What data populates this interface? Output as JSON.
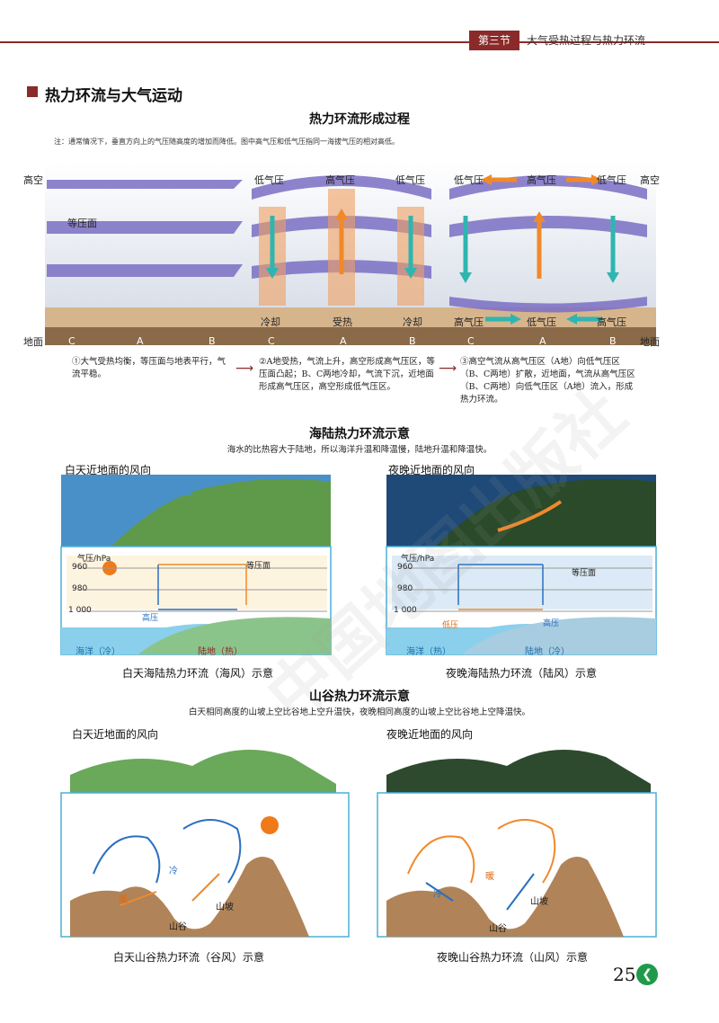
{
  "header": {
    "badge": "第三节",
    "title": "大气受热过程与热力环流"
  },
  "section_title": "热力环流与大气运动",
  "fig1": {
    "title": "热力环流形成过程",
    "note": "注：通常情况下，垂直方向上的气压随高度的增加而降低。图中高气压和低气压指同一海拔气压的相对高低。",
    "left_high": "高空",
    "right_high": "高空",
    "left_ground": "地面",
    "right_ground": "地面",
    "isobar_label": "等压面",
    "p2_top": [
      "低气压",
      "高气压",
      "低气压"
    ],
    "p2_bottom": [
      "冷却",
      "受热",
      "冷却"
    ],
    "p3_top": [
      "低气压",
      "高气压",
      "低气压"
    ],
    "p3_bottom": [
      "高气压",
      "低气压",
      "高气压"
    ],
    "ground_letters": [
      "C",
      "A",
      "B",
      "C",
      "A",
      "B",
      "C",
      "A",
      "B"
    ],
    "step1": "①大气受热均衡，等压面与地表平行，气流平稳。",
    "step2": "②A地受热，气流上升，高空形成高气压区，等压面凸起；B、C两地冷却，气流下沉，近地面形成高气压区，高空形成低气压区。",
    "step3": "③高空气流从高气压区（A地）向低气压区（B、C两地）扩散，近地面，气流从高气压区（B、C两地）向低气压区（A地）流入，形成热力环流。"
  },
  "fig2": {
    "title": "海陆热力环流示意",
    "subtitle": "海水的比热容大于陆地，所以海洋升温和降温慢，陆地升温和降温快。",
    "day_panel_title": "白天近地面的风向",
    "night_panel_title": "夜晚近地面的风向",
    "axis_label": "气压/hPa",
    "ticks": [
      "960",
      "980",
      "1 000"
    ],
    "isobar_label": "等压面",
    "day_high": "高压",
    "night_low": "低压",
    "night_high": "高压",
    "day_sea": "海洋（冷）",
    "day_land": "陆地（热）",
    "night_sea": "海洋（热）",
    "night_land": "陆地（冷）",
    "day_caption": "白天海陆热力环流（海风）示意",
    "night_caption": "夜晚海陆热力环流（陆风）示意"
  },
  "fig3": {
    "title": "山谷热力环流示意",
    "subtitle": "白天相同高度的山坡上空比谷地上空升温快，夜晚相同高度的山坡上空比谷地上空降温快。",
    "day_panel_title": "白天近地面的风向",
    "night_panel_title": "夜晚近地面的风向",
    "cold": "冷",
    "warm": "暖",
    "slope": "山坡",
    "valley": "山谷",
    "day_caption": "白天山谷热力环流（谷风）示意",
    "night_caption": "夜晚山谷热力环流（山风）示意"
  },
  "watermark": "中国地图出版社",
  "page_number": "25",
  "colors": {
    "accent": "#8b2a2a",
    "isobar": "#7b6fc4",
    "cold_arrow": "#2fb5b0",
    "warm_arrow": "#f0892a",
    "blue_arrow": "#2a6fc0"
  }
}
